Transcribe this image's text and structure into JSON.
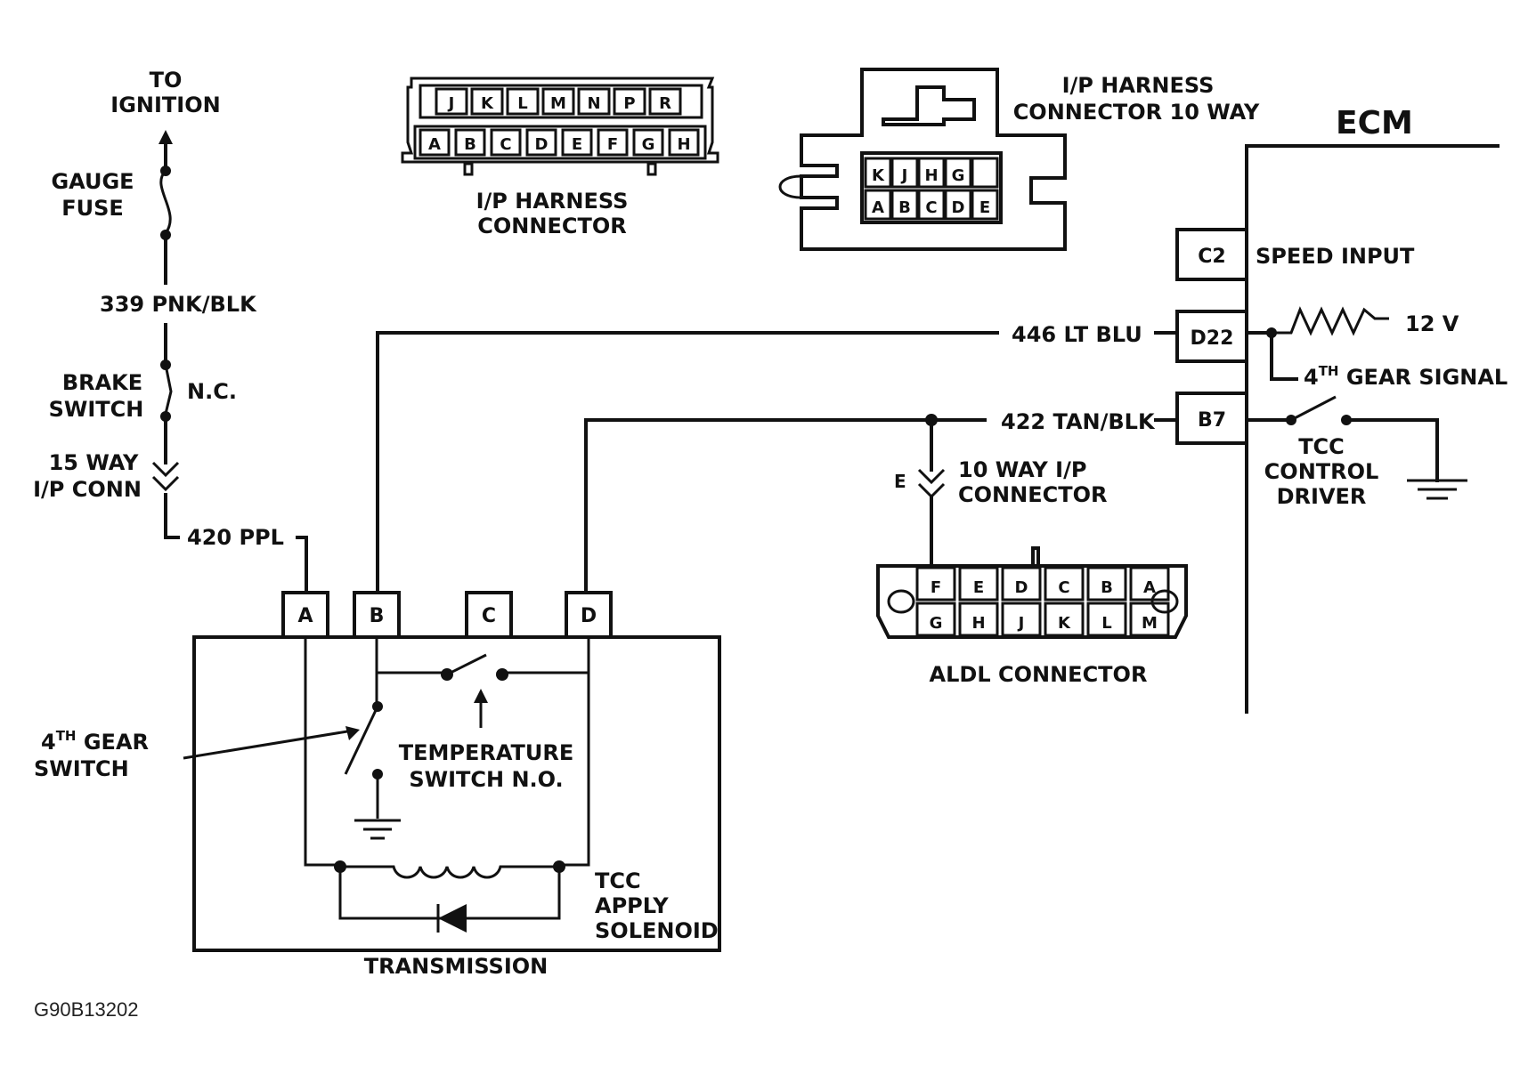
{
  "ignition": {
    "to_ignition": [
      "TO",
      "IGNITION"
    ],
    "gauge_fuse": [
      "GAUGE",
      "FUSE"
    ],
    "wire_339": "339 PNK/BLK",
    "brake_switch": [
      "BRAKE",
      "SWITCH"
    ],
    "nc": "N.C.",
    "way15_conn": [
      "15 WAY",
      "I/P CONN"
    ],
    "wire_420": "420 PPL"
  },
  "ip_harness_connector": {
    "label": [
      "I/P HARNESS",
      "CONNECTOR"
    ],
    "top_pins": [
      "J",
      "K",
      "L",
      "M",
      "N",
      "P",
      "R"
    ],
    "bottom_pins": [
      "A",
      "B",
      "C",
      "D",
      "E",
      "F",
      "G",
      "H"
    ]
  },
  "ip_harness_10way": {
    "label": [
      "I/P HARNESS",
      "CONNECTOR 10 WAY"
    ],
    "top_pins": [
      "K",
      "J",
      "H",
      "G",
      ""
    ],
    "bottom_pins": [
      "A",
      "B",
      "C",
      "D",
      "E"
    ]
  },
  "ecm": {
    "title": "ECM",
    "c2": "C2",
    "speed_input": "SPEED INPUT",
    "d22": "D22",
    "v12": "12 V",
    "gear4_signal": [
      "4",
      "TH",
      " GEAR SIGNAL"
    ],
    "b7": "B7",
    "tcc_driver": [
      "TCC",
      "CONTROL",
      "DRIVER"
    ]
  },
  "wires": {
    "w446": "446 LT BLU",
    "w422": "422 TAN/BLK"
  },
  "ip_10way_e": {
    "pin": "E",
    "label": [
      "10 WAY I/P",
      "CONNECTOR"
    ]
  },
  "aldl": {
    "label": "ALDL CONNECTOR",
    "top_pins": [
      "F",
      "E",
      "D",
      "C",
      "B",
      "A"
    ],
    "bottom_pins": [
      "G",
      "H",
      "J",
      "K",
      "L",
      "M"
    ]
  },
  "transmission": {
    "label": "TRANSMISSION",
    "terminals": [
      "A",
      "B",
      "C",
      "D"
    ],
    "gear4_switch": [
      "4",
      "TH",
      " GEAR",
      "SWITCH"
    ],
    "temp_switch": [
      "TEMPERATURE",
      "SWITCH N.O."
    ],
    "tcc_solenoid": [
      "TCC",
      "APPLY",
      "SOLENOID"
    ]
  },
  "figure_code": "G90B13202"
}
